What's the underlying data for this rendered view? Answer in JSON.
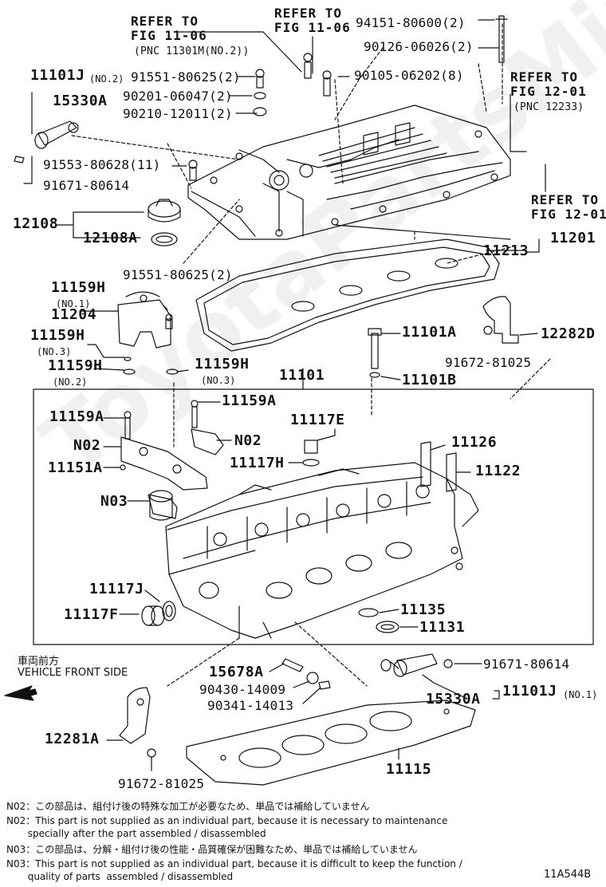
{
  "watermark": "ToyotaPartsMine.com",
  "diagram_code": "11A544B",
  "front_side": {
    "jp": "車両前方",
    "en": "VEHICLE FRONT SIDE"
  },
  "refs": {
    "r1106a_l1": "REFER TO",
    "r1106a_l2": "FIG 11-06",
    "r1106a_l3": "(PNC 11301M(NO.2))",
    "r1106b_l1": "REFER TO",
    "r1106b_l2": "FIG 11-06",
    "r1201a_l1": "REFER TO",
    "r1201a_l2": "FIG 12-01",
    "r1201a_l3": "(PNC 12233)",
    "r1201b_l1": "REFER TO",
    "r1201b_l2": "FIG 12-01"
  },
  "parts": {
    "p94151": "94151-80600(2)",
    "p90126": "90126-06026(2)",
    "p90105": "90105-06202(8)",
    "p91551a": "91551-80625(2)",
    "p90201": "90201-06047(2)",
    "p90210": "90210-12011(2)",
    "p11101j_top": "11101J",
    "p11101j_top_sub": "(NO.2)",
    "p15330a_top": "15330A",
    "p91553": "91553-80628(11)",
    "p91671_top": "91671-80614",
    "p12108": "12108",
    "p12108a": "12108A",
    "p11213": "11213",
    "p11201": "11201",
    "p11159h1": "11159H",
    "p11159h1_sub": "(NO.1)",
    "p91551b": "91551-80625(2)",
    "p11204": "11204",
    "p11159h3": "11159H",
    "p11159h3_sub": "(NO.3)",
    "p11159h2": "11159H",
    "p11159h2_sub": "(NO.2)",
    "p11159h3b": "11159H",
    "p11159h3b_sub": "(NO.3)",
    "p11101a": "11101A",
    "p12282d": "12282D",
    "p91672_top": "91672-81025",
    "p11101b": "11101B",
    "p11101": "11101",
    "p11159a_l": "11159A",
    "p11159a_r": "11159A",
    "pn02_l": "N02",
    "pn02_r": "N02",
    "p11117e": "11117E",
    "p11117h": "11117H",
    "p11126": "11126",
    "p11122": "11122",
    "p11151a": "11151A",
    "pn03": "N03",
    "p11117j": "11117J",
    "p11117f": "11117F",
    "p11135": "11135",
    "p11131": "11131",
    "p15678a": "15678A",
    "p90430": "90430-14009",
    "p90341": "90341-14013",
    "p91671_bot": "91671-80614",
    "p15330a_bot": "15330A",
    "p11101j_bot": "11101J",
    "p11101j_bot_sub": "(NO.1)",
    "p12281a": "12281A",
    "p91672_bot": "91672-81025",
    "p11115": "11115"
  },
  "notes": {
    "n02_jp": "N02：この部品は、組付け後の特殊な加工が必要なため、単品では補給していません",
    "n02_en1": "N02：This part is not supplied as an individual part, because it is necessary to maintenance",
    "n02_en2": "       specially after the part assembled / disassembled",
    "n03_jp": "N03：この部品は、分解・組付け後の性能・品質確保が困難なため、単品では補給していません",
    "n03_en1": "N03：This part is not supplied as an individual part, because it is difficult to keep the function /",
    "n03_en2": "       quality of parts  assembled / disassembled"
  }
}
